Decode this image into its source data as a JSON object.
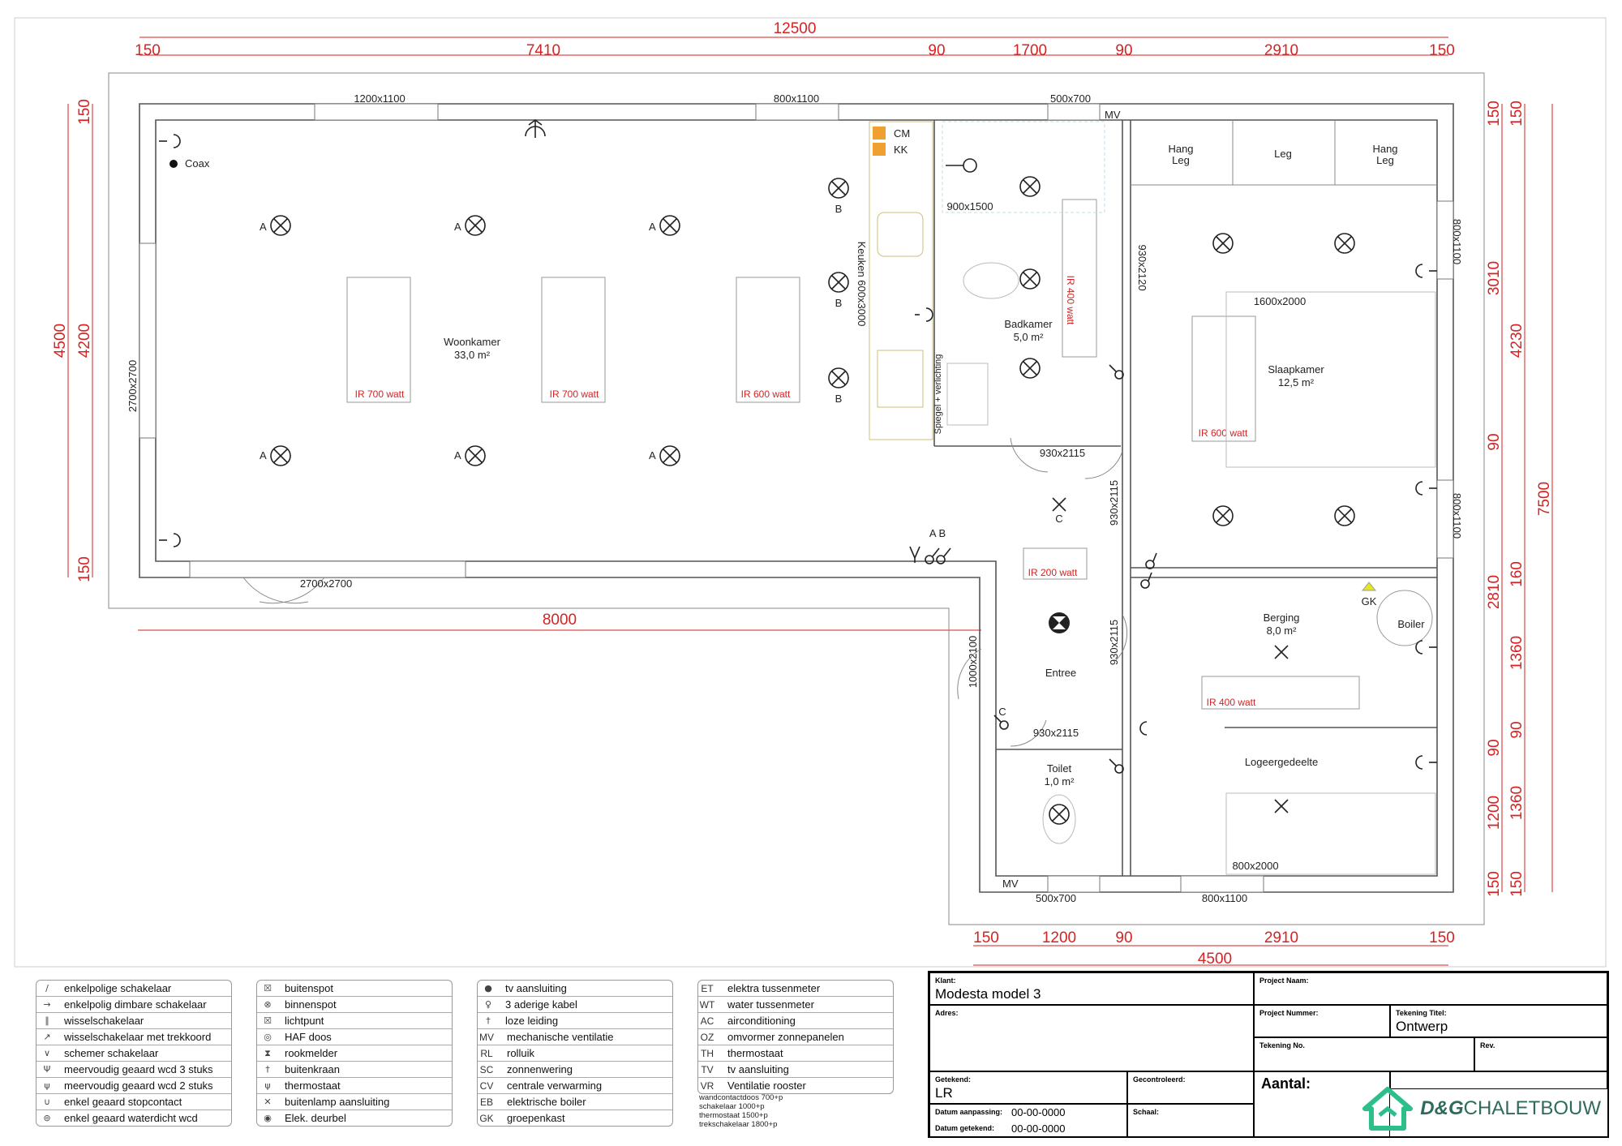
{
  "dimensions": {
    "top_total": "12500",
    "top_segments": [
      "150",
      "7410",
      "90",
      "1700",
      "90",
      "2910",
      "150"
    ],
    "left_total": "4500",
    "left_segments": [
      "150",
      "4200",
      "150"
    ],
    "bottom_left": "8000",
    "bottom_total": "4500",
    "bottom_segments": [
      "150",
      "1200",
      "90",
      "2910",
      "150"
    ],
    "right_inner": [
      "150",
      "3010",
      "90",
      "2810",
      "90",
      "1200",
      "150"
    ],
    "right_middle": [
      "150",
      "4230",
      "160",
      "1360",
      "90",
      "1360",
      "150"
    ],
    "right_total": "7500"
  },
  "openings": {
    "w_top1": "1200x1100",
    "w_top2": "800x1100",
    "w_top3": "500x700",
    "w_left": "2700x2700",
    "w_bottom": "2700x2700",
    "bath_shower": "900x1500",
    "bath_door_v": "930x2120",
    "bath_door": "930x2115",
    "hall_door1": "930x2115",
    "hall_door2": "930x2115",
    "entry_door": "1000x2100",
    "toilet_door": "930x2115",
    "sleep_w1": "800x1100",
    "sleep_w2": "800x1100",
    "bed1": "1600x2000",
    "bed2": "800x2000",
    "toilet_w": "500x700",
    "guest_w": "800x1100",
    "kitchen": "Keuken 600x3000",
    "mirror": "Spiegel + verlichting"
  },
  "rooms": {
    "woonkamer": {
      "name": "Woonkamer",
      "area": "33,0 m²"
    },
    "badkamer": {
      "name": "Badkamer",
      "area": "5,0 m²"
    },
    "slaapkamer": {
      "name": "Slaapkamer",
      "area": "12,5 m²"
    },
    "berging": {
      "name": "Berging",
      "area": "8,0 m²"
    },
    "entree": {
      "name": "Entree"
    },
    "toilet": {
      "name": "Toilet",
      "area": "1,0 m²"
    },
    "logeer": {
      "name": "Logeergedeelte"
    }
  },
  "heaters": {
    "h1": "IR 700 watt",
    "h2": "IR 700 watt",
    "h3": "IR 600 watt",
    "h4": "IR 400 watt",
    "h5": "IR 600 watt",
    "h6": "IR 200 watt",
    "h7": "IR 400 watt"
  },
  "misc": {
    "coax": "Coax",
    "cm": "CM",
    "kk": "KK",
    "mv1": "MV",
    "mv2": "MV",
    "hang1": "Hang",
    "leg1": "Leg",
    "leg_mid": "Leg",
    "hang2": "Hang",
    "leg2": "Leg",
    "boiler": "Boiler",
    "gk": "GK",
    "a": "A",
    "b": "B",
    "c": "C",
    "ab": "A B"
  },
  "legend": {
    "col1": [
      {
        "icon": "single-switch-icon",
        "text": "enkelpolige schakelaar"
      },
      {
        "icon": "dimmer-switch-icon",
        "text": "enkelpolig dimbare schakelaar"
      },
      {
        "icon": "two-way-switch-icon",
        "text": "wisselschakelaar"
      },
      {
        "icon": "pull-cord-switch-icon",
        "text": "wisselschakelaar met trekkoord"
      },
      {
        "icon": "dual-switch-icon",
        "text": "schemer schakelaar"
      },
      {
        "icon": "triple-socket-icon",
        "text": "meervoudig geaard wcd 3 stuks"
      },
      {
        "icon": "double-socket-icon",
        "text": "meervoudig geaard wcd 2 stuks"
      },
      {
        "icon": "socket-icon",
        "text": "enkel geaard stopcontact"
      },
      {
        "icon": "waterproof-socket-icon",
        "text": "enkel geaard waterdicht wcd"
      }
    ],
    "col2": [
      {
        "icon": "outdoor-spot-icon",
        "text": "buitenspot"
      },
      {
        "icon": "indoor-spot-icon",
        "text": "binnenspot"
      },
      {
        "icon": "light-point-icon",
        "text": "lichtpunt"
      },
      {
        "icon": "haf-box-icon",
        "text": "HAF doos"
      },
      {
        "icon": "smoke-detector-icon",
        "text": "rookmelder"
      },
      {
        "icon": "outdoor-tap-icon",
        "text": "buitenkraan"
      },
      {
        "icon": "thermostat-icon",
        "text": "thermostaat"
      },
      {
        "icon": "outdoor-lamp-icon",
        "text": "buitenlamp aansluiting"
      },
      {
        "icon": "doorbell-icon",
        "text": "Elek. deurbel"
      }
    ],
    "col3": [
      {
        "code": "",
        "icon": "tv-connection-icon",
        "text": "tv aansluiting"
      },
      {
        "code": "",
        "icon": "three-core-cable-icon",
        "text": "3 aderige kabel"
      },
      {
        "code": "",
        "icon": "empty-conduit-icon",
        "text": "loze leiding"
      },
      {
        "code": "MV",
        "text": "mechanische ventilatie"
      },
      {
        "code": "RL",
        "text": "rolluik"
      },
      {
        "code": "SC",
        "text": "zonnenwering"
      },
      {
        "code": "CV",
        "text": "centrale verwarming"
      },
      {
        "code": "EB",
        "text": "elektrische boiler"
      },
      {
        "code": "GK",
        "text": "groepenkast"
      }
    ],
    "col4": [
      {
        "code": "ET",
        "text": "elektra tussenmeter"
      },
      {
        "code": "WT",
        "text": "water tussenmeter"
      },
      {
        "code": "AC",
        "text": "airconditioning"
      },
      {
        "code": "OZ",
        "text": "omvormer zonnepanelen"
      },
      {
        "code": "TH",
        "text": "thermostaat"
      },
      {
        "code": "TV",
        "text": "tv aansluiting"
      },
      {
        "code": "VR",
        "text": "Ventilatie rooster"
      }
    ],
    "notes": [
      "wandcontactdoos 700+p",
      "schakelaar 1000+p",
      "thermostaat 1500+p",
      "trekschakelaar 1800+p"
    ]
  },
  "title_block": {
    "klant_label": "Klant:",
    "klant": "Modesta model 3",
    "adres_label": "Adres:",
    "project_naam_label": "Project Naam:",
    "project_nummer_label": "Project Nummer:",
    "tekening_titel_label": "Tekening Titel:",
    "tekening_titel": "Ontwerp",
    "tekening_no_label": "Tekening No.",
    "rev_label": "Rev.",
    "getekend_label": "Getekend:",
    "getekend": "LR",
    "gecontroleerd_label": "Gecontroleerd:",
    "schaal_label": "Schaal:",
    "datum_aanpassing_label": "Datum aanpassing:",
    "datum_aanpassing": "00-00-0000",
    "datum_getekend_label": "Datum getekend:",
    "datum_getekend": "00-00-0000",
    "aantal_label": "Aantal:",
    "logo_brand": "D&G",
    "logo_word": "CHALETBOUW"
  }
}
